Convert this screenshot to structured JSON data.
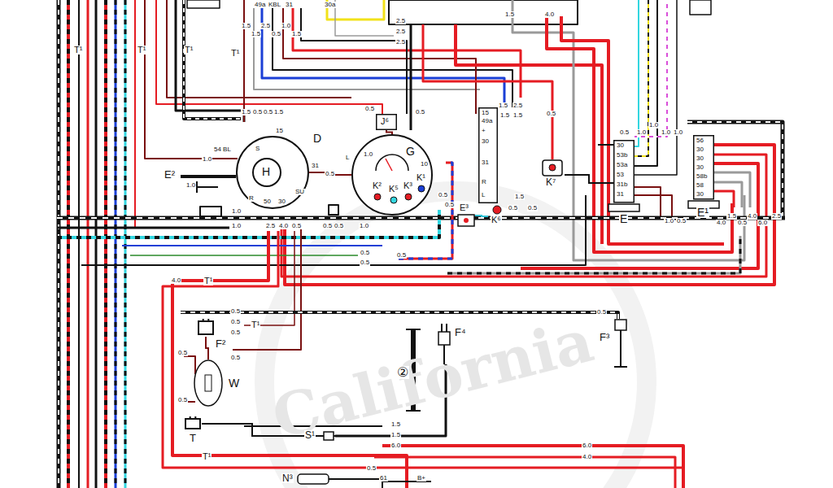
{
  "diagram": {
    "nodes": [
      {
        "text": [
          "D"
        ]
      },
      {
        "text": [
          "H"
        ],
        "in": 0
      },
      {
        "text": [
          "G"
        ]
      },
      {
        "text": [
          "J⁶"
        ]
      },
      {
        "text": [
          "K²"
        ],
        "in": 2
      },
      {
        "text": [
          "K⁵"
        ],
        "in": 2
      },
      {
        "text": [
          "K³"
        ],
        "in": 2
      },
      {
        "text": [
          "K¹"
        ],
        "in": 2
      },
      {
        "text": [
          "15",
          "49a",
          "+",
          "30",
          "31",
          "R",
          "L"
        ]
      },
      {
        "text": [
          "K⁷"
        ]
      },
      {
        "text": [
          "E³"
        ]
      },
      {
        "text": [
          "K⁶"
        ]
      },
      {
        "text": [
          "30",
          "53b",
          "53a",
          "53",
          "31b",
          "31",
          "E"
        ]
      },
      {
        "text": [
          "56",
          "30",
          "30",
          "30",
          "58b",
          "58",
          "30",
          "E¹"
        ]
      },
      {
        "text": [
          "E²"
        ]
      },
      {
        "text": [
          "F²"
        ]
      },
      {
        "text": [
          "F³"
        ]
      },
      {
        "text": [
          "F⁴"
        ]
      },
      {
        "text": [
          "W"
        ]
      },
      {
        "text": [
          "T"
        ]
      },
      {
        "text": [
          "S¹"
        ]
      },
      {
        "text": [
          "N³"
        ]
      }
    ],
    "edges": [
      {
        "from": 0,
        "to": 2,
        "label": "0.5",
        "arrow": "none"
      },
      {
        "from": 3,
        "to": 2,
        "arrow": "none"
      },
      {
        "from": 10,
        "to": 11,
        "arrow": "none"
      },
      {
        "from": 12,
        "to": 9,
        "arrow": "none"
      },
      {
        "from": 15,
        "to": 18,
        "arrow": "none"
      },
      {
        "from": 19,
        "to": 20,
        "arrow": "none"
      }
    ],
    "labels": [
      "49a",
      "KBL",
      "31",
      "30a",
      "1.5",
      "2.5",
      "1.0",
      "1.5",
      "0.5",
      "1.5",
      "2.5",
      "2.5",
      "2.5",
      "1.5",
      "4.0",
      "T¹",
      "T¹",
      "T¹",
      "T¹",
      "1.5",
      "0.5",
      "0.5",
      "1.5",
      "0.5",
      "0.5",
      "1.5",
      "2.5",
      "0.5",
      "1.5",
      "1.5",
      "0.5",
      "1.0",
      "1.0",
      "1.0",
      "1.0",
      "54 BL",
      "S",
      "15",
      "31",
      "R",
      "50",
      "30",
      "SU",
      "1.0",
      "1.0",
      "1.0",
      "1.0",
      "2.5",
      "4.0",
      "0.5",
      "0.5",
      "0.5",
      "1.0",
      "L",
      "1.0",
      "10",
      "0.5",
      "0.5",
      "0.5",
      "0.5",
      "0.5",
      "1.5",
      "0.5",
      "0.5",
      "1.0",
      "0.5",
      "4.0",
      "1.5",
      "0.5",
      "4.0",
      "6.0",
      "2.5",
      "4.0",
      "T¹",
      "0.5",
      "0.5",
      "0.5",
      "T¹",
      "0.5",
      "0.5",
      "0.5",
      "0.5",
      "②",
      "1.5",
      "1.5",
      "6.0",
      "6.0",
      "4.0",
      "T¹",
      "0.5",
      "61",
      "B+",
      "California"
    ]
  }
}
